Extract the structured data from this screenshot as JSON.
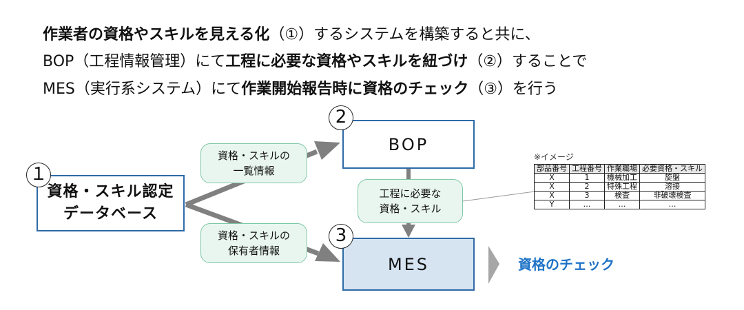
{
  "heading": {
    "line1": {
      "b1": "作業者の資格やスキルを見える化",
      "n1": "（①）するシステムを構築すると共に、"
    },
    "line2": {
      "n1": "BOP（工程情報管理）にて",
      "b1": "工程に必要な資格やスキルを紐づけ",
      "n2": "（②）することで"
    },
    "line3": {
      "n1": "MES（実行系システム）にて",
      "b1": "作業開始報告時に資格のチェック",
      "n2": "（③）を行う"
    }
  },
  "markers": {
    "m1": "１",
    "m2": "2",
    "m3": "3"
  },
  "database": {
    "line1": "資格・スキル認定",
    "line2": "データベース"
  },
  "bop": {
    "label": "BOP"
  },
  "mes": {
    "label": "MES"
  },
  "bubbles": {
    "list": {
      "line1": "資格・スキルの",
      "line2": "一覧情報"
    },
    "holders": {
      "line1": "資格・スキルの",
      "line2": "保有者情報"
    },
    "required": {
      "line1": "工程に必要な",
      "line2": "資格・スキル"
    }
  },
  "check_result": "資格のチェック",
  "image_note": "※イメージ",
  "sample_table": {
    "headers": [
      "部品番号",
      "工程番号",
      "作業職場",
      "必要資格・スキル"
    ],
    "rows": [
      [
        "X",
        "1",
        "機械加工",
        "旋盤"
      ],
      [
        "X",
        "2",
        "特殊工程",
        "溶接"
      ],
      [
        "X",
        "3",
        "検査",
        "非破壊検査"
      ],
      [
        "Y",
        "…",
        "…",
        "…"
      ]
    ]
  },
  "colors": {
    "box_border": "#2e6aa6",
    "mes_fill": "#d6e4f2",
    "bubble_fill": "#e9f6ef",
    "bubble_border": "#7ec8a6",
    "arrow": "#808080",
    "check_text": "#1f73c6"
  }
}
